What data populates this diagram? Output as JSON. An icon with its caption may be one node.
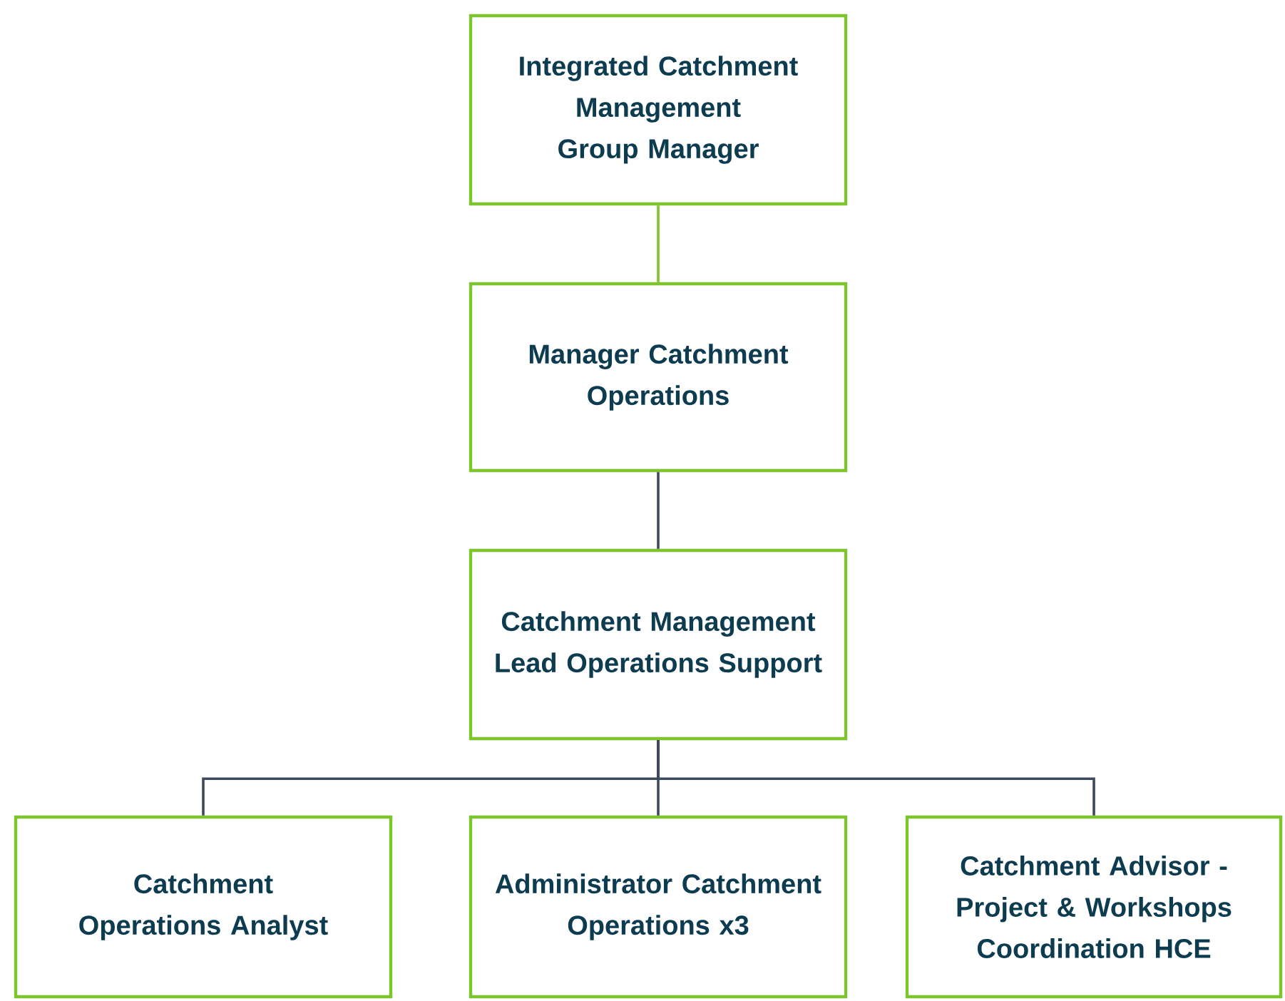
{
  "diagram": {
    "nodes": [
      {
        "text": [
          "Integrated Catchment Management Group Manager"
        ]
      },
      {
        "text": [
          "Manager Catchment Operations"
        ]
      },
      {
        "text": [
          "Catchment Management Lead Operations Support"
        ]
      },
      {
        "text": [
          "Catchment Operations Analyst"
        ]
      },
      {
        "text": [
          "Administrator Catchment Operations x3"
        ]
      },
      {
        "text": [
          "Catchment Advisor - Project & Workshops Coordination HCE"
        ]
      }
    ],
    "edges": [
      {
        "from": 0,
        "to": 1,
        "arrow": "none",
        "color": "#7dc42e"
      },
      {
        "from": 1,
        "to": 2,
        "arrow": "none"
      },
      {
        "from": 2,
        "to": 3,
        "arrow": "none"
      },
      {
        "from": 2,
        "to": 4,
        "arrow": "none"
      },
      {
        "from": 2,
        "to": 5,
        "arrow": "none"
      }
    ]
  }
}
